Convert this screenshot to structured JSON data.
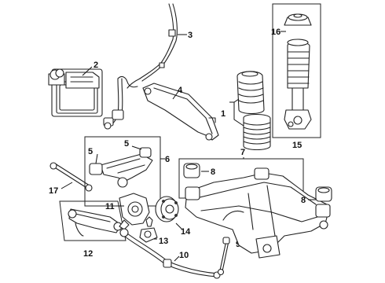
{
  "callouts": {
    "c1": "1",
    "c2": "2",
    "c3": "3",
    "c4": "4",
    "c5a": "5",
    "c5b": "5",
    "c6": "6",
    "c7": "7",
    "c8a": "8",
    "c8b": "8",
    "c9": "9",
    "c10": "10",
    "c11": "11",
    "c12": "12",
    "c13": "13",
    "c14": "14",
    "c15": "15",
    "c16": "16",
    "c17": "17"
  },
  "colors": {
    "line": "#222222",
    "background": "#ffffff"
  }
}
